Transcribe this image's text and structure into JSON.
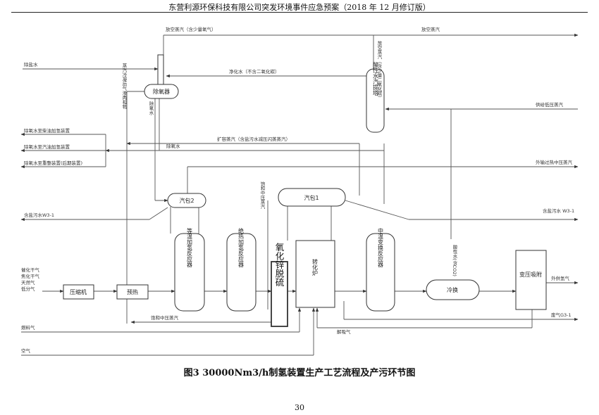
{
  "header": "东营利源环保科技有限公司突发环境事件应急预案（2018 年 12 月修订版）",
  "caption": "图3 30000Nm3/h制氢装置生产工艺流程及产污环节图",
  "page_number": "30",
  "equipment": {
    "deaerator": "除氧器",
    "acid_stripper": "酸性水汽提塔",
    "drum2": "汽包2",
    "drum1": "汽包1",
    "isothermal_reactor": "等温加氢反应器",
    "adiabatic_reactor": "绝热加氢反应器",
    "zno_desulfur": "氧化锌脱硫",
    "reformer": "转化炉",
    "mid_shift": "中温变换反应器",
    "cooler": "冷换",
    "psa": "变压吸附",
    "compressor": "压缩机",
    "preheat": "预热"
  },
  "streams": {
    "vent_low_o2": "放空蒸汽（含少量氧气）",
    "vent_steam": "放空蒸汽",
    "vent_low_co2": "放空蒸汽（含少量二氧化碳）",
    "desalted_water": "除盐水",
    "purified_water": "净化水（不含二氧化碳）",
    "steam_condensate": "蒸汽冷凝后气液两相物",
    "deoxy_water_v": "除氧水",
    "lp_steam_supply": "供给低压蒸汽",
    "to_diesel": "除氧水至柴油加氢装置",
    "to_gasoline": "除氧水至汽油加氢装置",
    "to_reforming": "除氧水至重整装置(后期装置)",
    "flash_steam": "扩容蒸汽（含盐污水减压闪蒸蒸汽）",
    "deoxy_water_h": "除氧水",
    "export_mp_steam": "外输过热中压蒸汽",
    "saturated_mp_steam_v": "饱和中压蒸汽",
    "saline_left": "含盐污水W3-1",
    "saline_right": "含盐污水 W3-1",
    "feed_gases": [
      "催化干气",
      "焦化干气",
      "天然气",
      "低分气"
    ],
    "sat_mp_steam_bottom": "饱和中压蒸汽",
    "acid_water": "酸性水(含CO2)",
    "h2_export": "外供氢气",
    "fuel_gas": "燃料气",
    "desorbed_gas": "解吸气",
    "waste_gas": "废气G3-1",
    "air": "空气"
  }
}
